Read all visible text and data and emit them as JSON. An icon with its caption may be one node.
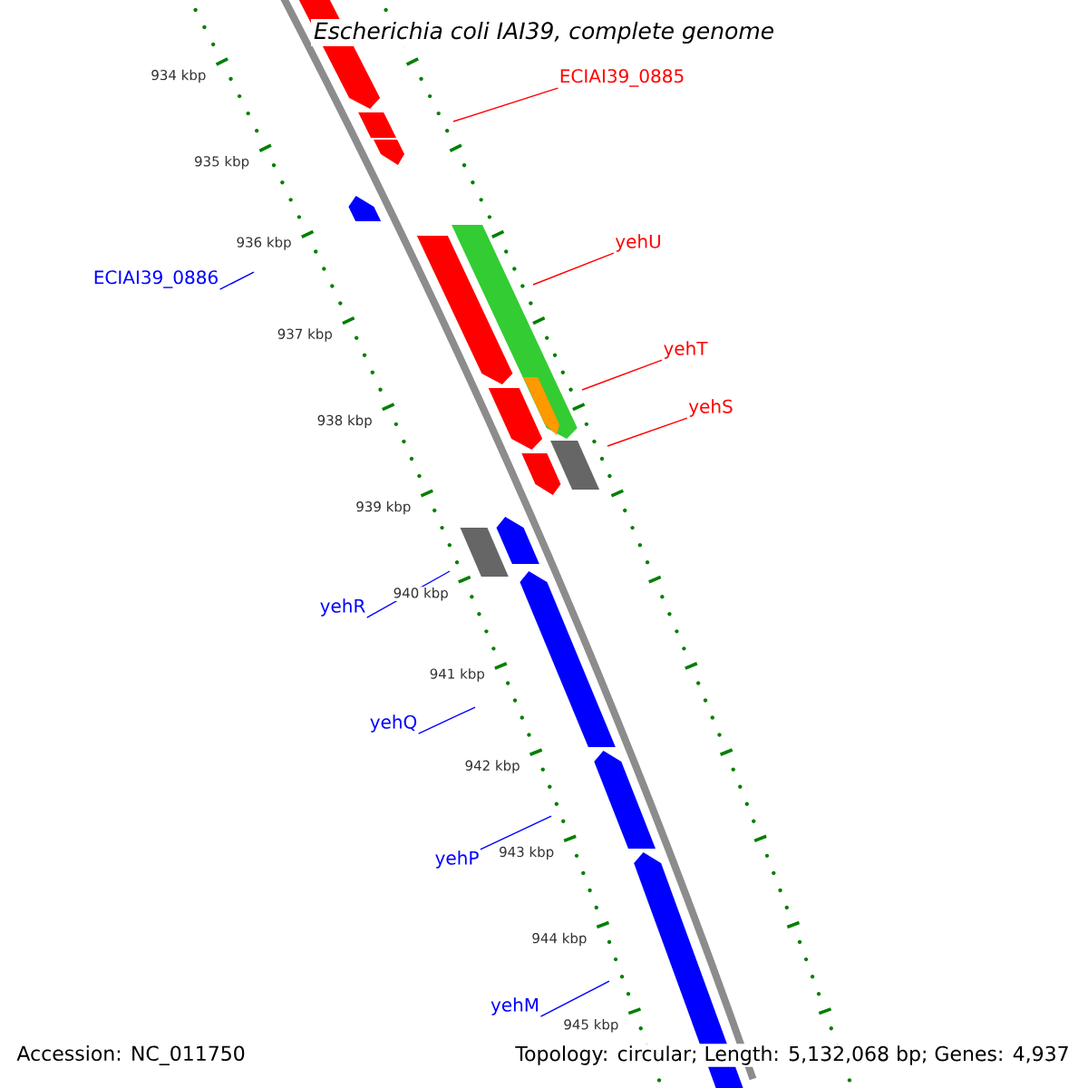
{
  "diagram": {
    "title": "Escherichia coli IAI39, complete genome",
    "nodes": [
      {
        "text": [
          "ECIAI39_0885"
        ]
      },
      {
        "text": [
          "yehU"
        ]
      },
      {
        "text": [
          "ECIAI39_0886"
        ]
      },
      {
        "text": [
          "yehT"
        ]
      },
      {
        "text": [
          "yehS"
        ]
      },
      {
        "text": [
          "yehR"
        ]
      },
      {
        "text": [
          "yehQ"
        ]
      },
      {
        "text": [
          "yehP"
        ]
      },
      {
        "text": [
          "yehM"
        ]
      }
    ],
    "edges": [
      {
        "from": 0,
        "to": null,
        "arrow": "none",
        "color": "#ff0000"
      },
      {
        "from": 1,
        "to": null,
        "arrow": "none",
        "color": "#ff0000"
      },
      {
        "from": 2,
        "to": null,
        "arrow": "none",
        "color": "#0000ff"
      },
      {
        "from": 3,
        "to": null,
        "arrow": "none",
        "color": "#ff0000"
      },
      {
        "from": 4,
        "to": null,
        "arrow": "none",
        "color": "#ff0000"
      },
      {
        "from": 5,
        "to": null,
        "arrow": "none",
        "color": "#0000ff"
      },
      {
        "from": 6,
        "to": null,
        "arrow": "none",
        "color": "#0000ff"
      },
      {
        "from": 7,
        "to": null,
        "arrow": "none",
        "color": "#0000ff"
      },
      {
        "from": 8,
        "to": null,
        "arrow": "none",
        "color": "#0000ff"
      }
    ],
    "labels": [
      "934 kbp",
      "935 kbp",
      "936 kbp",
      "937 kbp",
      "938 kbp",
      "939 kbp",
      "940 kbp",
      "941 kbp",
      "942 kbp",
      "943 kbp",
      "944 kbp",
      "945 kbp",
      "Accession: NC_011750",
      "Topology: circular; Length: 5,132,068 bp; Genes: 4,937"
    ]
  }
}
